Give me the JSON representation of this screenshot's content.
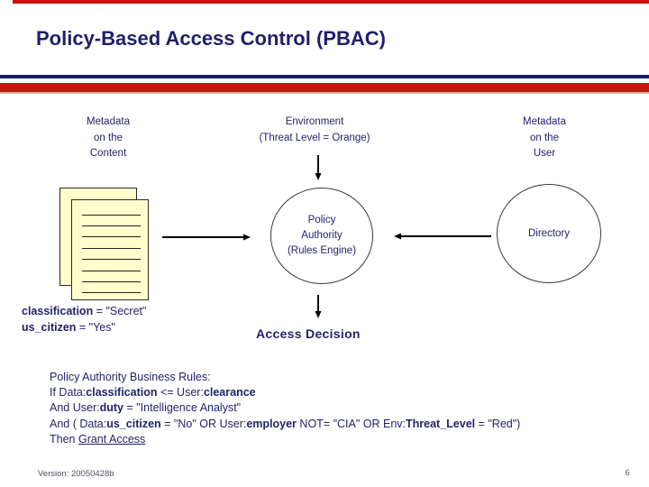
{
  "slide": {
    "title": "Policy-Based Access Control (PBAC)",
    "version": "Version: 20050428b",
    "page_number": "6"
  },
  "colors": {
    "navy_text": "#22226B",
    "title_navy": "#1F1F6B",
    "accent_red": "#CC1111",
    "rule_navy": "#1A1A66",
    "document_fill": "#FFFFCC"
  },
  "icons": {
    "documents": "document-stack-icon"
  },
  "diagram": {
    "labels": {
      "metadata_content": {
        "lines": [
          "Metadata",
          "on the",
          "Content"
        ]
      },
      "environment": {
        "lines": [
          "Environment",
          "(Threat Level = Orange)"
        ]
      },
      "metadata_user": {
        "lines": [
          "Metadata",
          "on the",
          "User"
        ]
      }
    },
    "nodes": {
      "policy_authority": {
        "lines": [
          "Policy",
          "Authority",
          "(Rules Engine)"
        ]
      },
      "directory": {
        "label": "Directory"
      }
    },
    "access_decision": "Access Decision",
    "content_attributes": {
      "attr1_name": "classification",
      "attr1_rest": " = \"Secret\"",
      "attr2_name": "us_citizen",
      "attr2_rest": " = \"Yes\""
    }
  },
  "rules": {
    "title": "Policy Authority Business Rules:",
    "if_prefix": "If Data:",
    "if_attr": "classification",
    "if_mid": " <= User:",
    "if_attr2": "clearance",
    "and1_prefix": "And User:",
    "and1_attr": "duty",
    "and1_rest": " = \"Intelligence Analyst\"",
    "and2_p1": "And ( Data:",
    "and2_attr1": "us_citizen",
    "and2_p2": " = \"No\" OR User:",
    "and2_attr2": "employer",
    "and2_p3": " NOT= \"CIA\" OR Env:",
    "and2_attr3": "Threat_Level",
    "and2_p4": " = \"Red\")",
    "then_prefix": "Then ",
    "then_link": "Grant Access"
  }
}
